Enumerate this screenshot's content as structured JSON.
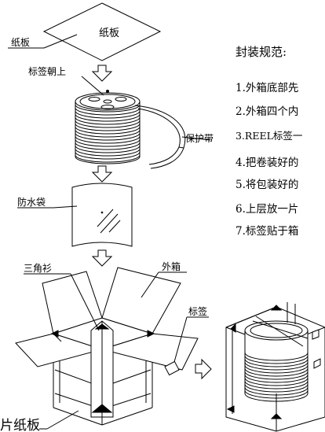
{
  "labels": {
    "cardboard_top": "纸板",
    "cardboard_top_caption": "纸板",
    "label_up": "标签朝上",
    "protective_tape": "保护带",
    "waterproof_bag": "防水袋",
    "triangle_spacer": "三角衫",
    "outer_box": "外箱",
    "box_label": "标签",
    "cardboard_bottom": "片纸板"
  },
  "spec": {
    "title": "封装规范:",
    "items": [
      "1.外箱底部先",
      "2.外箱四个内",
      "3.REEL标签一",
      "4.把卷装好的",
      "5.将包装好的",
      "6.上层放一片",
      "7.标签贴于箱"
    ]
  }
}
